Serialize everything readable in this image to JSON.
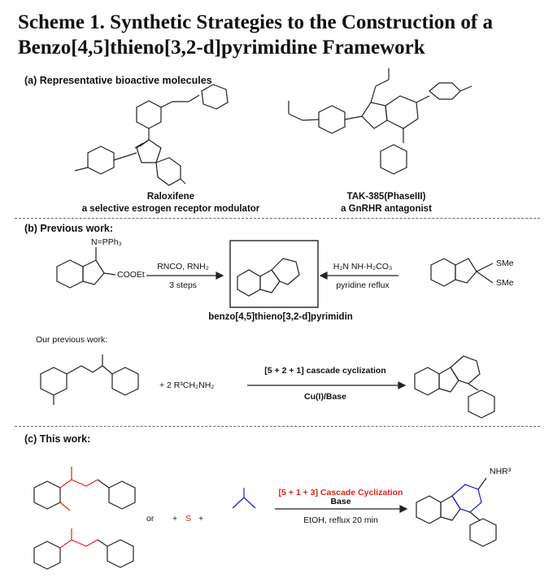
{
  "title_line1": "Scheme 1. Synthetic Strategies to the Construction of a",
  "title_line2": "Benzo[4,5]thieno[3,2-d]pyrimidine Framework",
  "section_a": "(a) Representative bioactive molecules",
  "raloxifene_name": "Raloxifene",
  "raloxifene_desc": "a selective estrogen receptor modulator",
  "tak_name": "TAK-385(PhaseIII)",
  "tak_desc": "a GnRHR antagonist",
  "section_b": "(b) Previous work:",
  "ppz": "N=PPh₃",
  "cooet": "COOEt",
  "rnco": "RNCO, RNH₂",
  "steps": "3 steps",
  "guanidine_carbonate": "H₂N  NH·H₂CO₃",
  "pyridine_reflux": "pyridine  reflux",
  "sme": "SMe",
  "framework_name": "benzo[4,5]thieno[3,2-d]pyrimidin",
  "our_previous": "Our previous work:",
  "cascade_prev": "[5 + 2 + 1] cascade cyclization",
  "cu_base": "Cu(I)/Base",
  "amine": "+ 2 R³CH₂NH₂",
  "section_c": "(c) This work:",
  "cascade_new": "[5 + 1 + 3]  Cascade Cyclization",
  "base": "Base",
  "etoh": "EtOH, reflux 20 min",
  "or_text": "or",
  "nhr3": "NHR³",
  "colors": {
    "red": "#e32219",
    "blue": "#1a1ad6"
  }
}
